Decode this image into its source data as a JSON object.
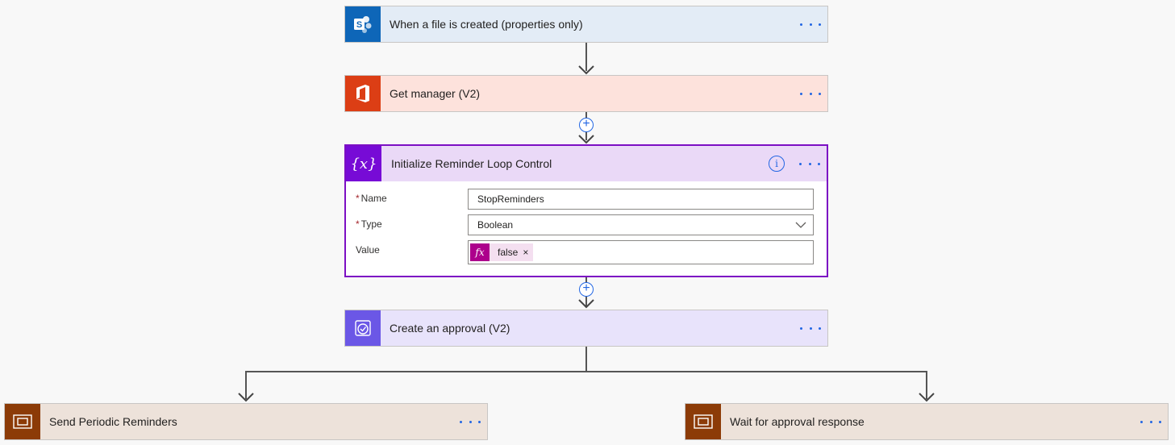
{
  "steps": {
    "trigger": {
      "title": "When a file is created (properties only)",
      "icon": "sharepoint-icon",
      "color": "#036c70",
      "bg": "#e3ecf6"
    },
    "get_manager": {
      "title": "Get manager (V2)",
      "icon": "office-icon",
      "color": "#dc3e15",
      "bg": "#fde2dc"
    },
    "init_var": {
      "title": "Initialize Reminder Loop Control",
      "icon": "variable-icon",
      "color": "#770bd6",
      "fields": {
        "name_label": "Name",
        "name_value": "StopReminders",
        "type_label": "Type",
        "type_value": "Boolean",
        "value_label": "Value",
        "token_icon": "fx",
        "token_value": "false",
        "token_remove": "×"
      }
    },
    "approval": {
      "title": "Create an approval (V2)",
      "icon": "approval-icon",
      "color": "#6b57e6",
      "bg": "#e8e3fb"
    },
    "branch_left": {
      "title": "Send Periodic Reminders",
      "icon": "scope-icon",
      "color": "#8c3b07",
      "bg": "#ede2da"
    },
    "branch_right": {
      "title": "Wait for approval response",
      "icon": "scope-icon",
      "color": "#8c3b07",
      "bg": "#ede2da"
    }
  },
  "required_mark": "*",
  "info_glyph": "i"
}
